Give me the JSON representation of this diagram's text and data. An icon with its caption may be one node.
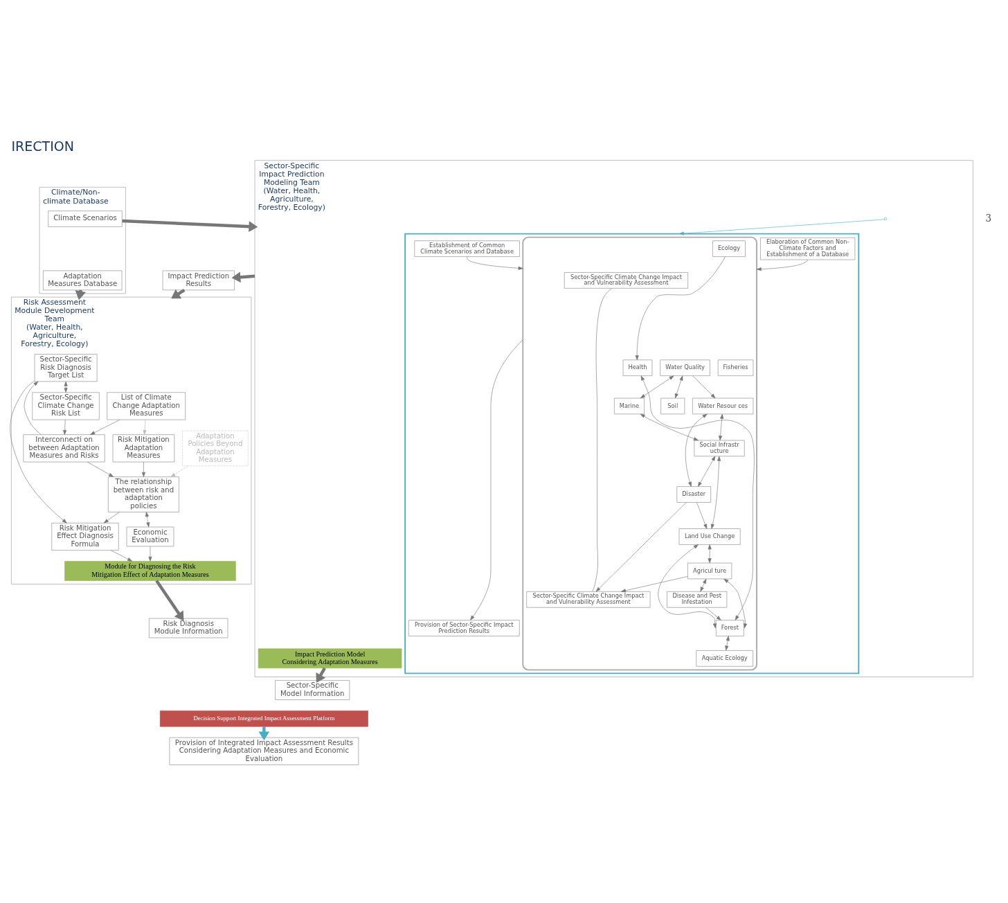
{
  "diagram": {
    "title": "IRECTION",
    "nodes": [
      {
        "text": [
          "Climate/Non-climate Database"
        ]
      },
      {
        "text": [
          "Climate Scenarios"
        ],
        "in": 0
      },
      {
        "text": [
          "Adaptation Measures Database"
        ],
        "in": 0
      },
      {
        "text": [
          "Sector-Specific Impact Prediction Modeling Team",
          "(Water, Health, Agriculture, Forestry, Ecology)"
        ]
      },
      {
        "text": [],
        "shape": "box",
        "in": 3
      },
      {
        "text": [
          "Establishment of Common Climate Scenarios and Database"
        ],
        "in": 4
      },
      {
        "text": [
          "Elaboration of Common Non-Climate Factors and Establishment of a Database"
        ],
        "in": 4
      },
      {
        "text": [],
        "shape": "box",
        "in": 4
      },
      {
        "text": [
          "Sector-Specific Climate Change Impact and Vulnerability Assessment"
        ],
        "in": 7
      },
      {
        "text": [
          "Water Quality"
        ],
        "in": 7
      },
      {
        "text": [
          "Health"
        ],
        "in": 7
      },
      {
        "text": [
          "Forest"
        ],
        "in": 7
      },
      {
        "text": [
          "Marine"
        ],
        "in": 7
      },
      {
        "text": [
          "Fisheries"
        ],
        "in": 7
      },
      {
        "text": [
          "Aquatic Ecology"
        ],
        "in": 7
      },
      {
        "text": [
          "Ecology"
        ],
        "in": 7
      },
      {
        "text": [
          "Land Use Change"
        ],
        "in": 7
      },
      {
        "text": [
          "Water Resour ces"
        ],
        "in": 7
      },
      {
        "text": [
          "Social Infrastr ucture"
        ],
        "in": 7
      },
      {
        "text": [
          "Disease and Pest Infestation"
        ],
        "in": 7
      },
      {
        "text": [
          "Soil"
        ],
        "in": 7
      },
      {
        "text": [
          "Agricul ture"
        ],
        "in": 7
      },
      {
        "text": [
          "Disaster"
        ],
        "in": 7
      },
      {
        "text": [
          "Sector-Specific Climate Change Impact and Vulnerability Assessment"
        ],
        "in": 7
      },
      {
        "text": [
          "Provision of Sector-Specific Impact Prediction Results"
        ],
        "in": 4
      },
      {
        "text": [
          "Impact Prediction Model Considering Adaptation Measures"
        ],
        "in": 3
      },
      {
        "text": [
          "Risk Assessment Module Development Team",
          "(Water, Health, Agriculture, Forestry, Ecology)"
        ]
      },
      {
        "text": [
          "Sector-Specific Risk Diagnosis Target List"
        ],
        "in": 26
      },
      {
        "text": [
          "Interconnecti on between Adaptation Measures and Risks"
        ],
        "in": 26
      },
      {
        "text": [
          "Sector-Specific Climate Change Risk List"
        ],
        "in": 26
      },
      {
        "text": [
          "Risk Mitigation Adaptation Measures"
        ],
        "in": 26
      },
      {
        "text": [
          "Adaptation Policies Beyond Adaptation Measures"
        ],
        "in": 26
      },
      {
        "text": [
          "List of Climate Change Adaptation Measures"
        ],
        "in": 26
      },
      {
        "text": [
          "Risk Mitigation Effect Diagnosis Formula"
        ],
        "in": 26
      },
      {
        "text": [
          "The relationship between risk and adaptation policies"
        ],
        "in": 26
      },
      {
        "text": [
          "Economic Evaluation"
        ],
        "in": 26
      },
      {
        "text": [
          "Module for Diagnosing the Risk Mitigation Effect of Adaptation Measures"
        ],
        "in": 26
      },
      {
        "text": [
          "Impact Prediction Results"
        ]
      },
      {
        "text": [
          "Sector-Specific Model Information"
        ]
      },
      {
        "text": [
          "Risk Diagnosis Module Information"
        ]
      },
      {
        "text": [
          "Decision Support Integrated Impact Assessment Platform"
        ]
      },
      {
        "text": [
          "Provision of Integrated Impact Assessment Results Considering Adaptation Measures and Economic Evaluation"
        ]
      }
    ],
    "edges": [
      {
        "from": 1,
        "to": 3,
        "arrow": "to",
        "style": "thick"
      },
      {
        "from": 2,
        "to": 26,
        "arrow": "to",
        "style": "thick"
      },
      {
        "from": 5,
        "to": 7,
        "arrow": "to"
      },
      {
        "from": 6,
        "to": 7,
        "arrow": "to"
      },
      {
        "from": 7,
        "to": 24,
        "arrow": "to"
      },
      {
        "from": 8,
        "to": 23,
        "arrow": "none"
      },
      {
        "from": 9,
        "to": 12,
        "arrow": "both"
      },
      {
        "from": 10,
        "to": 11,
        "arrow": "both"
      },
      {
        "from": 9,
        "to": 17,
        "arrow": "to"
      },
      {
        "from": 15,
        "to": 10,
        "arrow": "to"
      },
      {
        "from": 11,
        "to": 14,
        "arrow": "both"
      },
      {
        "from": 19,
        "to": 11,
        "arrow": "to"
      },
      {
        "from": 11,
        "to": 21,
        "arrow": "both"
      },
      {
        "from": 11,
        "to": 16,
        "arrow": "both"
      },
      {
        "from": 12,
        "to": 18,
        "arrow": "both"
      },
      {
        "from": 18,
        "to": 16,
        "arrow": "both"
      },
      {
        "from": 17,
        "to": 18,
        "arrow": "both"
      },
      {
        "from": 17,
        "to": 22,
        "arrow": "both"
      },
      {
        "from": 18,
        "to": 22,
        "arrow": "both"
      },
      {
        "from": 22,
        "to": 16,
        "arrow": "to"
      },
      {
        "from": 21,
        "to": 19,
        "arrow": "both"
      },
      {
        "from": 9,
        "to": 20,
        "arrow": "both"
      },
      {
        "from": 16,
        "to": 21,
        "arrow": "both"
      },
      {
        "from": 22,
        "to": 23,
        "arrow": "to"
      },
      {
        "from": 21,
        "to": 23,
        "arrow": "to"
      },
      {
        "from": null,
        "to": 4,
        "arrow": "to",
        "color": "#4bacc6"
      },
      {
        "from": 27,
        "to": 29,
        "arrow": "both"
      },
      {
        "from": 28,
        "to": 27,
        "arrow": "to"
      },
      {
        "from": 29,
        "to": 28,
        "arrow": "to"
      },
      {
        "from": 32,
        "to": 28,
        "arrow": "to"
      },
      {
        "from": 28,
        "to": 34,
        "arrow": "to"
      },
      {
        "from": 30,
        "to": 34,
        "arrow": "to"
      },
      {
        "from": 32,
        "to": 30,
        "arrow": "to",
        "color": "#bbbbbb"
      },
      {
        "from": 31,
        "to": 34,
        "arrow": "to",
        "style": "dashed",
        "color": "#bbbbbb"
      },
      {
        "from": 27,
        "to": 33,
        "arrow": "to"
      },
      {
        "from": 34,
        "to": 33,
        "arrow": "to"
      },
      {
        "from": 34,
        "to": 35,
        "arrow": "both",
        "style": "dashed"
      },
      {
        "from": 35,
        "to": 36,
        "arrow": "to"
      },
      {
        "from": 33,
        "to": 36,
        "arrow": "to"
      },
      {
        "from": 25,
        "to": 38,
        "arrow": "to",
        "style": "thick"
      },
      {
        "from": 3,
        "to": 37,
        "arrow": "to",
        "style": "thick"
      },
      {
        "from": 37,
        "to": 26,
        "arrow": "to",
        "style": "thick"
      },
      {
        "from": 36,
        "to": 39,
        "arrow": "to",
        "style": "thick"
      },
      {
        "from": 40,
        "to": 41,
        "arrow": "to",
        "style": "thick",
        "color": "#4bacc6"
      }
    ],
    "labels": [
      "3"
    ]
  }
}
